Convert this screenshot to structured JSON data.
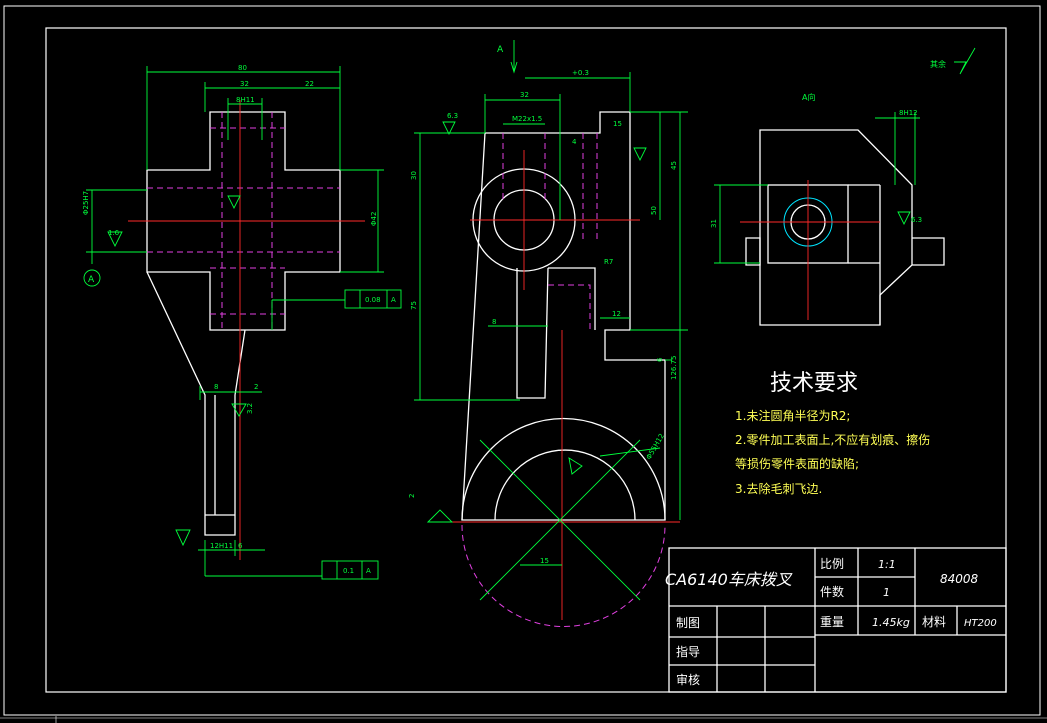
{
  "title_block": {
    "part_name": "CA6140车床拨叉",
    "scale_label": "比例",
    "scale_value": "1:1",
    "quantity_label": "件数",
    "quantity_value": "1",
    "drawing_number": "84008",
    "weight_label": "重量",
    "weight_value": "1.45kg",
    "material_label": "材料",
    "material_value": "HT200",
    "drawn_by_label": "制图",
    "guided_by_label": "指导",
    "checked_by_label": "审核"
  },
  "tech_requirements": {
    "title": "技术要求",
    "items": [
      "1.未注圆角半径为R2;",
      "2.零件加工表面上,不应有划痕、擦伤",
      "等损伤零件表面的缺陷;",
      "3.去除毛刺飞边."
    ]
  },
  "labels": {
    "datum_a": "A",
    "view_a_arrow": "A",
    "view_a_title": "A向",
    "other_surfaces": "其余",
    "gtol_value_1": "0.08",
    "gtol_datum_1": "A",
    "gtol_value_2": "0.1",
    "gtol_datum_2": "A"
  },
  "dimensions": {
    "d_80": "80",
    "d_32a": "32",
    "d_22": "22",
    "d_8h11": "8H11",
    "d_phi25": "Φ25H7",
    "d_phi42": "Φ42",
    "r_16": "1.6",
    "d_8": "8",
    "d_2": "2",
    "r_32": "3.2",
    "d_12h": "12H11",
    "d_6": "6",
    "d_32b": "32",
    "d_m22": "M22x1.5",
    "d_4": "4",
    "d_003": "+0.3",
    "d_15": "15",
    "d_63": "6.3",
    "d_30": "30",
    "d_45": "45",
    "d_50": "50",
    "d_75": "75",
    "d_8b": "8",
    "d_12b": "12",
    "d_126": "126.75",
    "d_phi": "Φ55H12",
    "d_r7": "R7",
    "d_2b": "2",
    "d_15b": "15",
    "d_6b": "6",
    "d_8h12": "8H12",
    "d_31": "31",
    "r_63": "6.3"
  },
  "colors": {
    "background": "#000000",
    "outline": "#ffffff",
    "dimension": "#00ff3c",
    "center_line": "#ff2a2a",
    "hidden_line": "#e040e0",
    "title_text": "#ffffff",
    "note_text": "#ffff55"
  }
}
